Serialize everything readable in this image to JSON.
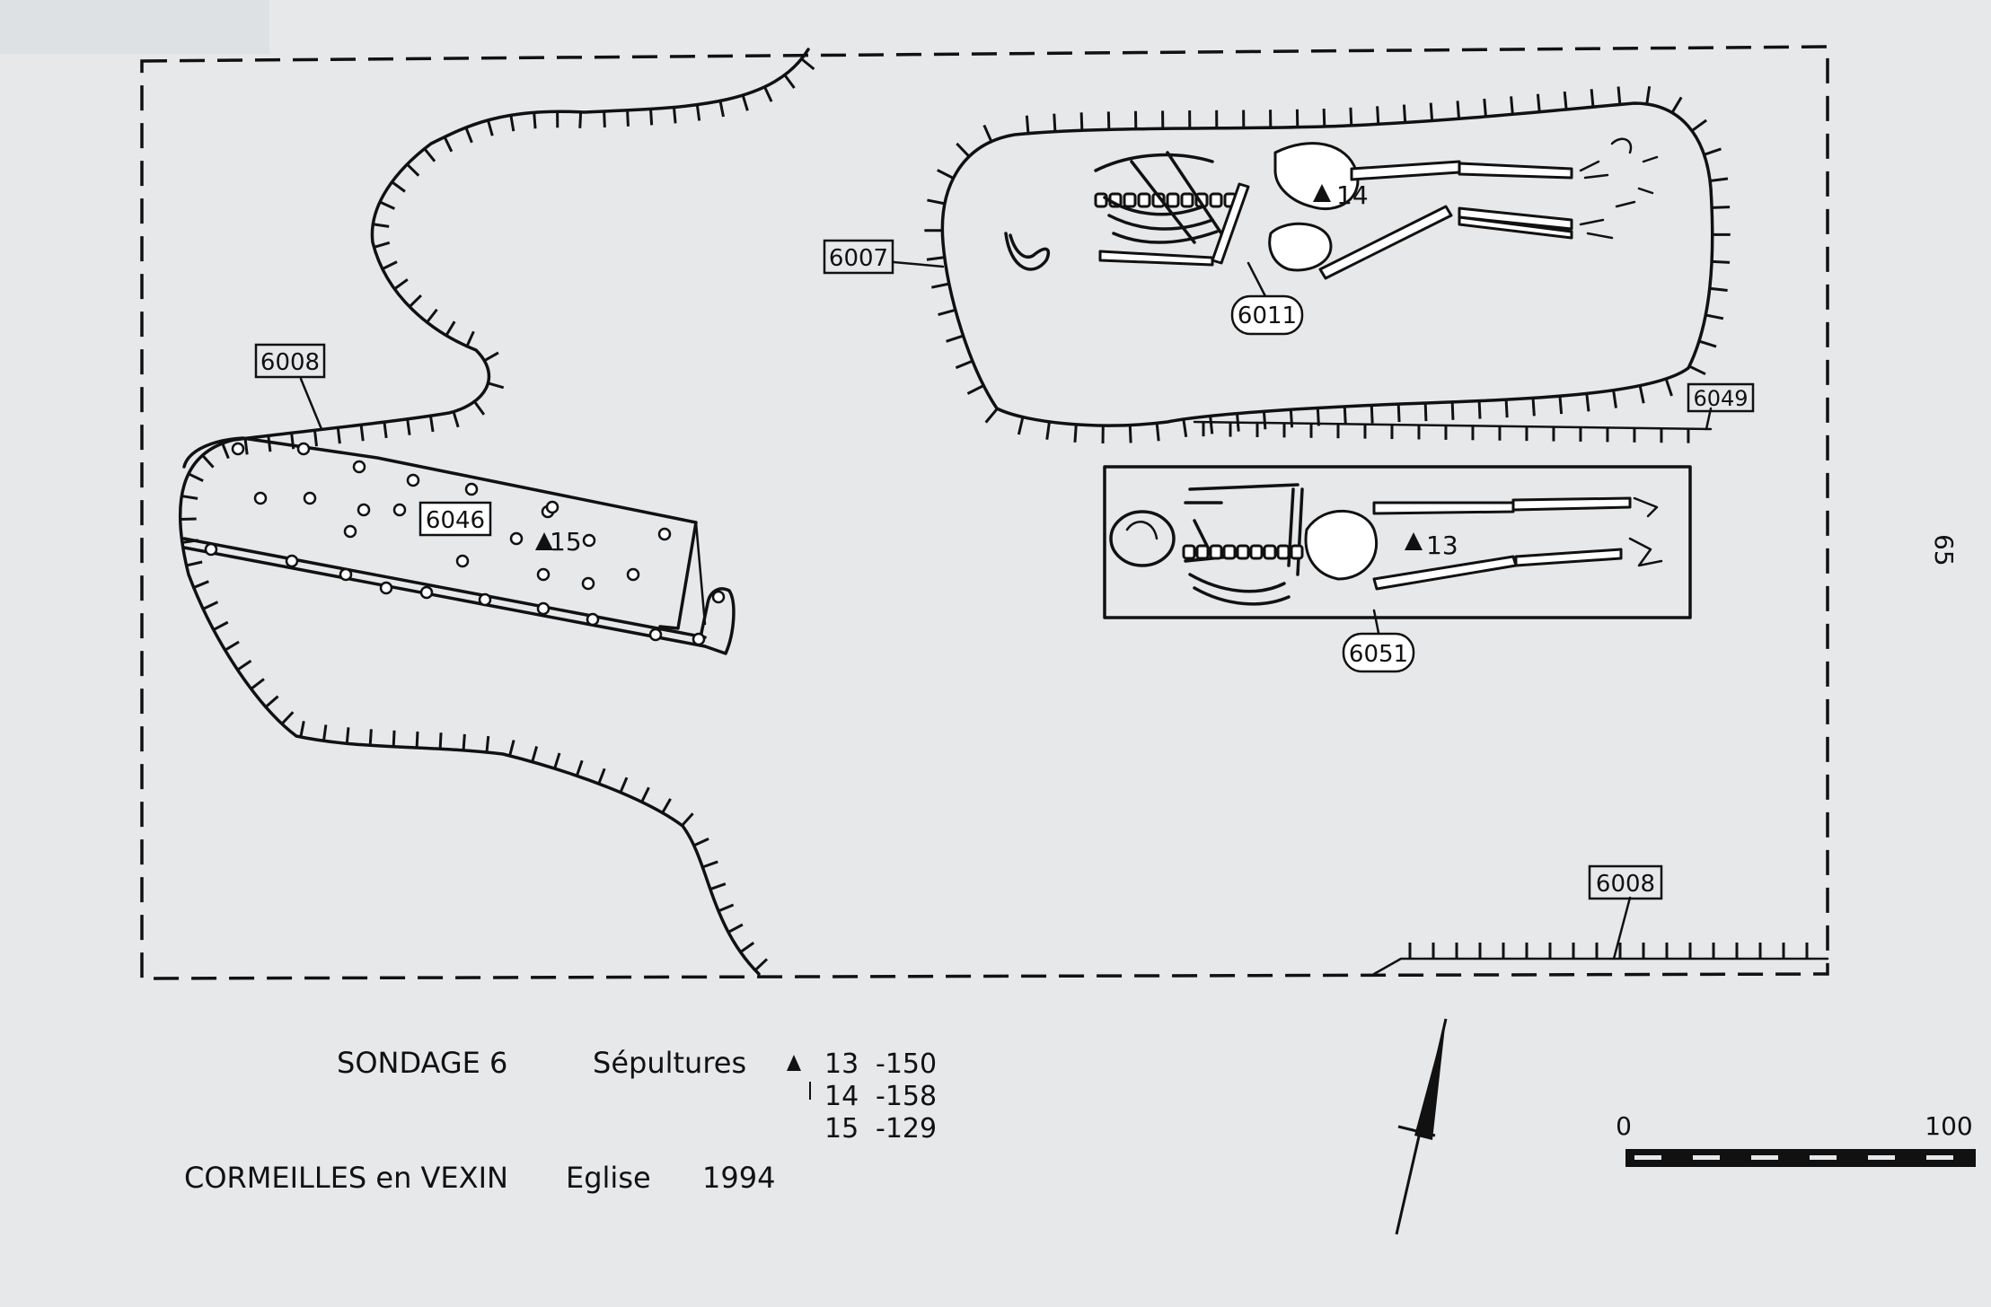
{
  "plan": {
    "features": {
      "f6007": "6007",
      "f6008_left": "6008",
      "f6008_right": "6008",
      "f6011": "6011",
      "f6046": "6046",
      "f6049": "6049",
      "f6051": "6051"
    },
    "burials": {
      "b13": "13",
      "b14": "14",
      "b15": "15"
    }
  },
  "legend": {
    "sondage": "SONDAGE 6",
    "sepultures_label": "Sépultures",
    "rows": [
      {
        "num": "13",
        "depth": "-150"
      },
      {
        "num": "14",
        "depth": "-158"
      },
      {
        "num": "15",
        "depth": "-129"
      }
    ],
    "site": "CORMEILLES en VEXIN",
    "building": "Eglise",
    "year": "1994"
  },
  "scale": {
    "start": "0",
    "end": "100"
  },
  "page_number": "65"
}
